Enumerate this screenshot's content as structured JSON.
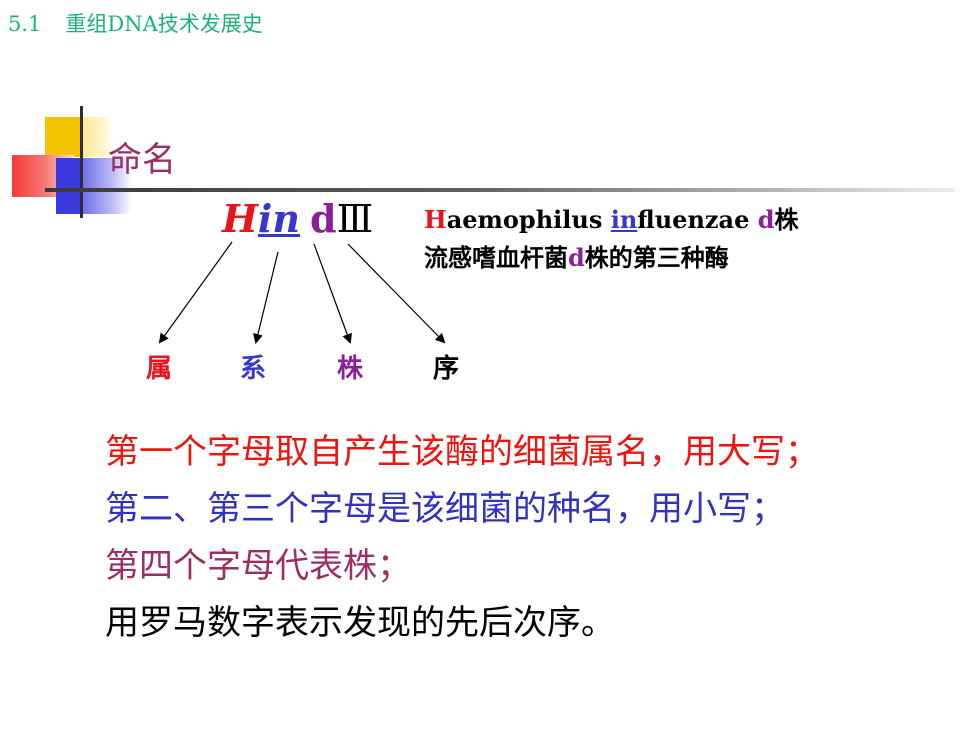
{
  "header": {
    "section_number": "5.1",
    "section_title": "重组DNA技术发展史"
  },
  "title": "命名",
  "abbreviation": {
    "genus_letter": "H",
    "species_letters": "in",
    "strain_letter": "d",
    "numeral": "Ⅲ"
  },
  "explanation": {
    "line1_H": "H",
    "line1_aemophilus": "aemophilus ",
    "line1_in": "in",
    "line1_fluenzae": "fluenzae ",
    "line1_d": "d",
    "line1_strain": "株",
    "line2_pre": "流感嗜血杆菌",
    "line2_d": "d",
    "line2_post": "株的第三种酶"
  },
  "labels": {
    "genus": "属",
    "species": "系",
    "strain": "株",
    "order": "序"
  },
  "rules": [
    "第一个字母取自产生该酶的细菌属名，用大写；",
    "第二、第三个字母是该细菌的种名，用小写；",
    "第四个字母代表株；",
    "用罗马数字表示发现的先后次序。"
  ],
  "colors": {
    "header": "#1ab37a",
    "title": "#9b2f63",
    "red": "#f0140f",
    "blue": "#3232c0",
    "purple": "#8b1f9a"
  }
}
